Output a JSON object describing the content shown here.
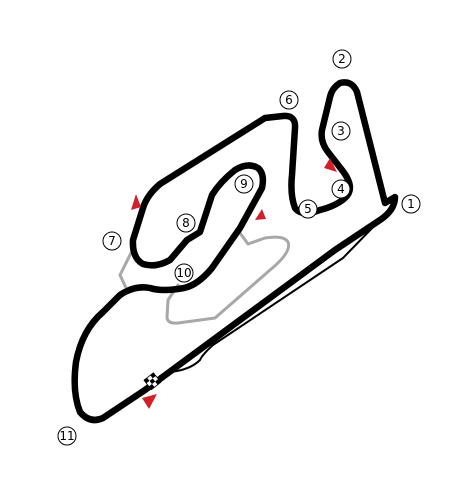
{
  "map": {
    "track_color": "#000000",
    "alt_track_color": "#a8a8a8",
    "marker_color": "#d0202a",
    "turns": [
      {
        "id": "1",
        "label": "1"
      },
      {
        "id": "2",
        "label": "2"
      },
      {
        "id": "3",
        "label": "3"
      },
      {
        "id": "4",
        "label": "4"
      },
      {
        "id": "5",
        "label": "5"
      },
      {
        "id": "6",
        "label": "6"
      },
      {
        "id": "7",
        "label": "7"
      },
      {
        "id": "8",
        "label": "8"
      },
      {
        "id": "9",
        "label": "9"
      },
      {
        "id": "10",
        "label": "10"
      },
      {
        "id": "11",
        "label": "11"
      }
    ],
    "icons": [
      "start-finish-flag-icon",
      "sector-marker-icon"
    ]
  }
}
